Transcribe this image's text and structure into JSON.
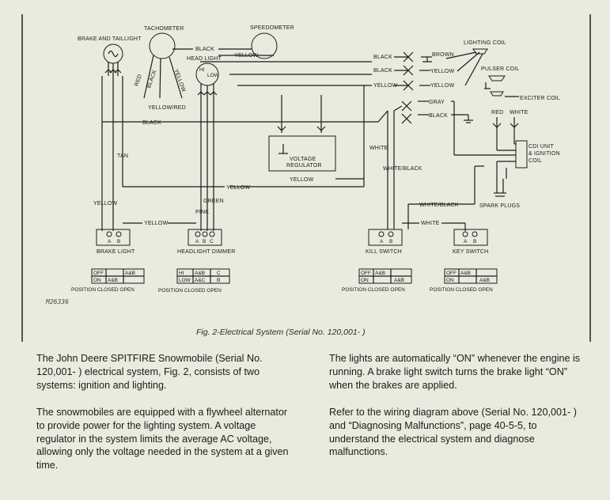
{
  "diagram": {
    "components": {
      "brake_taillight": "BRAKE AND TAILLIGHT",
      "tachometer": "TACHOMETER",
      "speedometer": "SPEEDOMETER",
      "head_light": "HEAD LIGHT",
      "hi": "HI",
      "low": "LOW",
      "lighting_coil": "LIGHTING COIL",
      "pulser_coil": "PULSER COIL",
      "exciter_coil": "EXCITER COIL",
      "voltage_regulator_1": "VOLTAGE",
      "voltage_regulator_2": "REGULATOR",
      "cdi_1": "CDI UNIT",
      "cdi_2": "& IGNITION",
      "cdi_3": "COIL",
      "spark_plugs": "SPARK PLUGS"
    },
    "wires": {
      "black": "BLACK",
      "yellow": "YELLOW",
      "brown": "BROWN",
      "gray": "GRAY",
      "red": "RED",
      "white": "WHITE",
      "tan": "TAN",
      "green": "GREEN",
      "pink": "PINK",
      "yellow_red": "YELLOW/RED",
      "white_black": "WHITE/BLACK"
    },
    "switches": {
      "brake_light": "BRAKE LIGHT",
      "headlight_dimmer": "HEADLIGHT DIMMER",
      "kill_switch": "KILL SWITCH",
      "key_switch": "KEY SWITCH"
    },
    "terminals": {
      "a": "A",
      "b": "B",
      "c": "C"
    },
    "tables": {
      "header": "POSITION CLOSED OPEN",
      "brake": {
        "r1": [
          "OFF",
          "",
          "A&B"
        ],
        "r2": [
          "ON",
          "A&B",
          ""
        ]
      },
      "dimmer": {
        "r1": [
          "HI",
          "A&B",
          "C"
        ],
        "r2": [
          "LOW",
          "A&C",
          "B"
        ]
      },
      "kill": {
        "r1": [
          "OFF",
          "A&B",
          ""
        ],
        "r2": [
          "ON",
          "",
          "A&B"
        ]
      },
      "key": {
        "r1": [
          "OFF",
          "A&B",
          ""
        ],
        "r2": [
          "ON",
          "",
          "A&B"
        ]
      }
    },
    "ref_number": "M26336"
  },
  "caption": "Fig. 2-Electrical System (Serial No. 120,001-             )",
  "text": {
    "p1": "The John Deere SPITFIRE Snowmobile (Serial No. 120,001-             ) electrical system, Fig. 2, consists of two systems: ignition and lighting.",
    "p2": "The snowmobiles are equipped with a flywheel alternator to provide power for the lighting system. A voltage regulator in the system limits the average AC voltage, allowing only the voltage needed in the system at a given time.",
    "p3": "The lights are automatically “ON” whenever the engine is running. A brake light switch turns the brake light “ON” when the brakes are applied.",
    "p4": "Refer to the wiring diagram above (Serial No. 120,001-             ) and “Diagnosing Malfunctions”, page 40-5-5, to understand the electrical system and diagnose malfunctions."
  }
}
